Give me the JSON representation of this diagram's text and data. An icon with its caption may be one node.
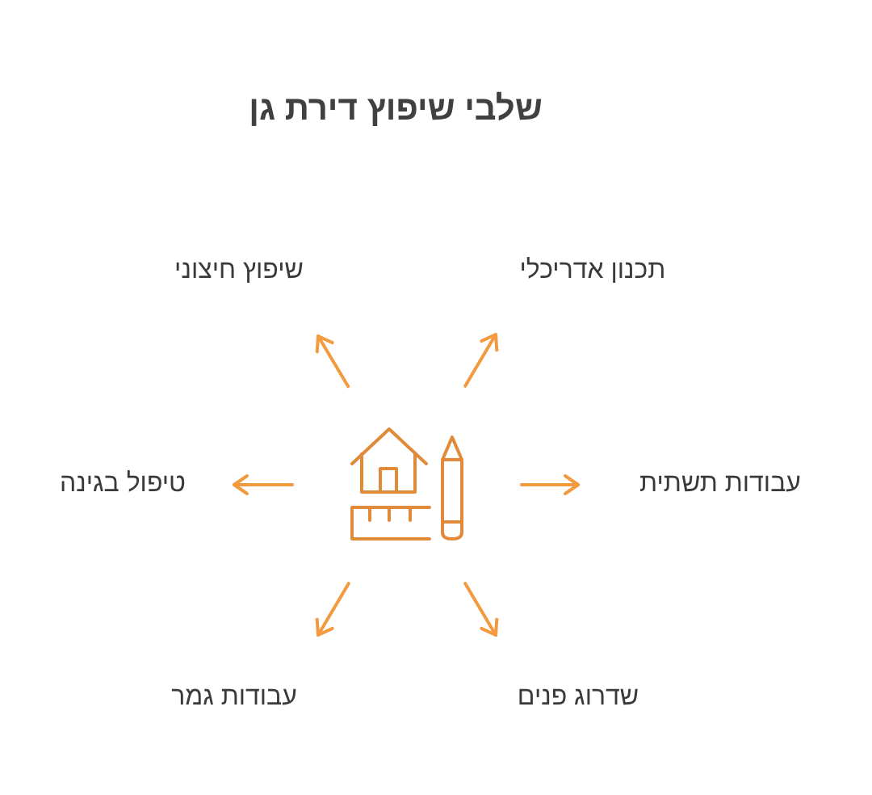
{
  "diagram": {
    "title": "שלבי שיפוץ דירת גן",
    "nodes": [
      {
        "text": [],
        "shape": "picture"
      },
      {
        "text": [
          "תכנון אדריכלי"
        ]
      },
      {
        "text": [
          "עבודות תשתית"
        ]
      },
      {
        "text": [
          "שדרוג פנים"
        ]
      },
      {
        "text": [
          "עבודות גמר"
        ]
      },
      {
        "text": [
          "טיפול בגינה"
        ]
      },
      {
        "text": [
          "שיפוץ חיצוני"
        ]
      }
    ],
    "edges": [
      {
        "from": 0,
        "to": 1,
        "arrow": "to"
      },
      {
        "from": 0,
        "to": 2,
        "arrow": "to"
      },
      {
        "from": 0,
        "to": 3,
        "arrow": "to"
      },
      {
        "from": 0,
        "to": 4,
        "arrow": "to"
      },
      {
        "from": 0,
        "to": 5,
        "arrow": "to"
      },
      {
        "from": 0,
        "to": 6,
        "arrow": "to"
      }
    ]
  }
}
